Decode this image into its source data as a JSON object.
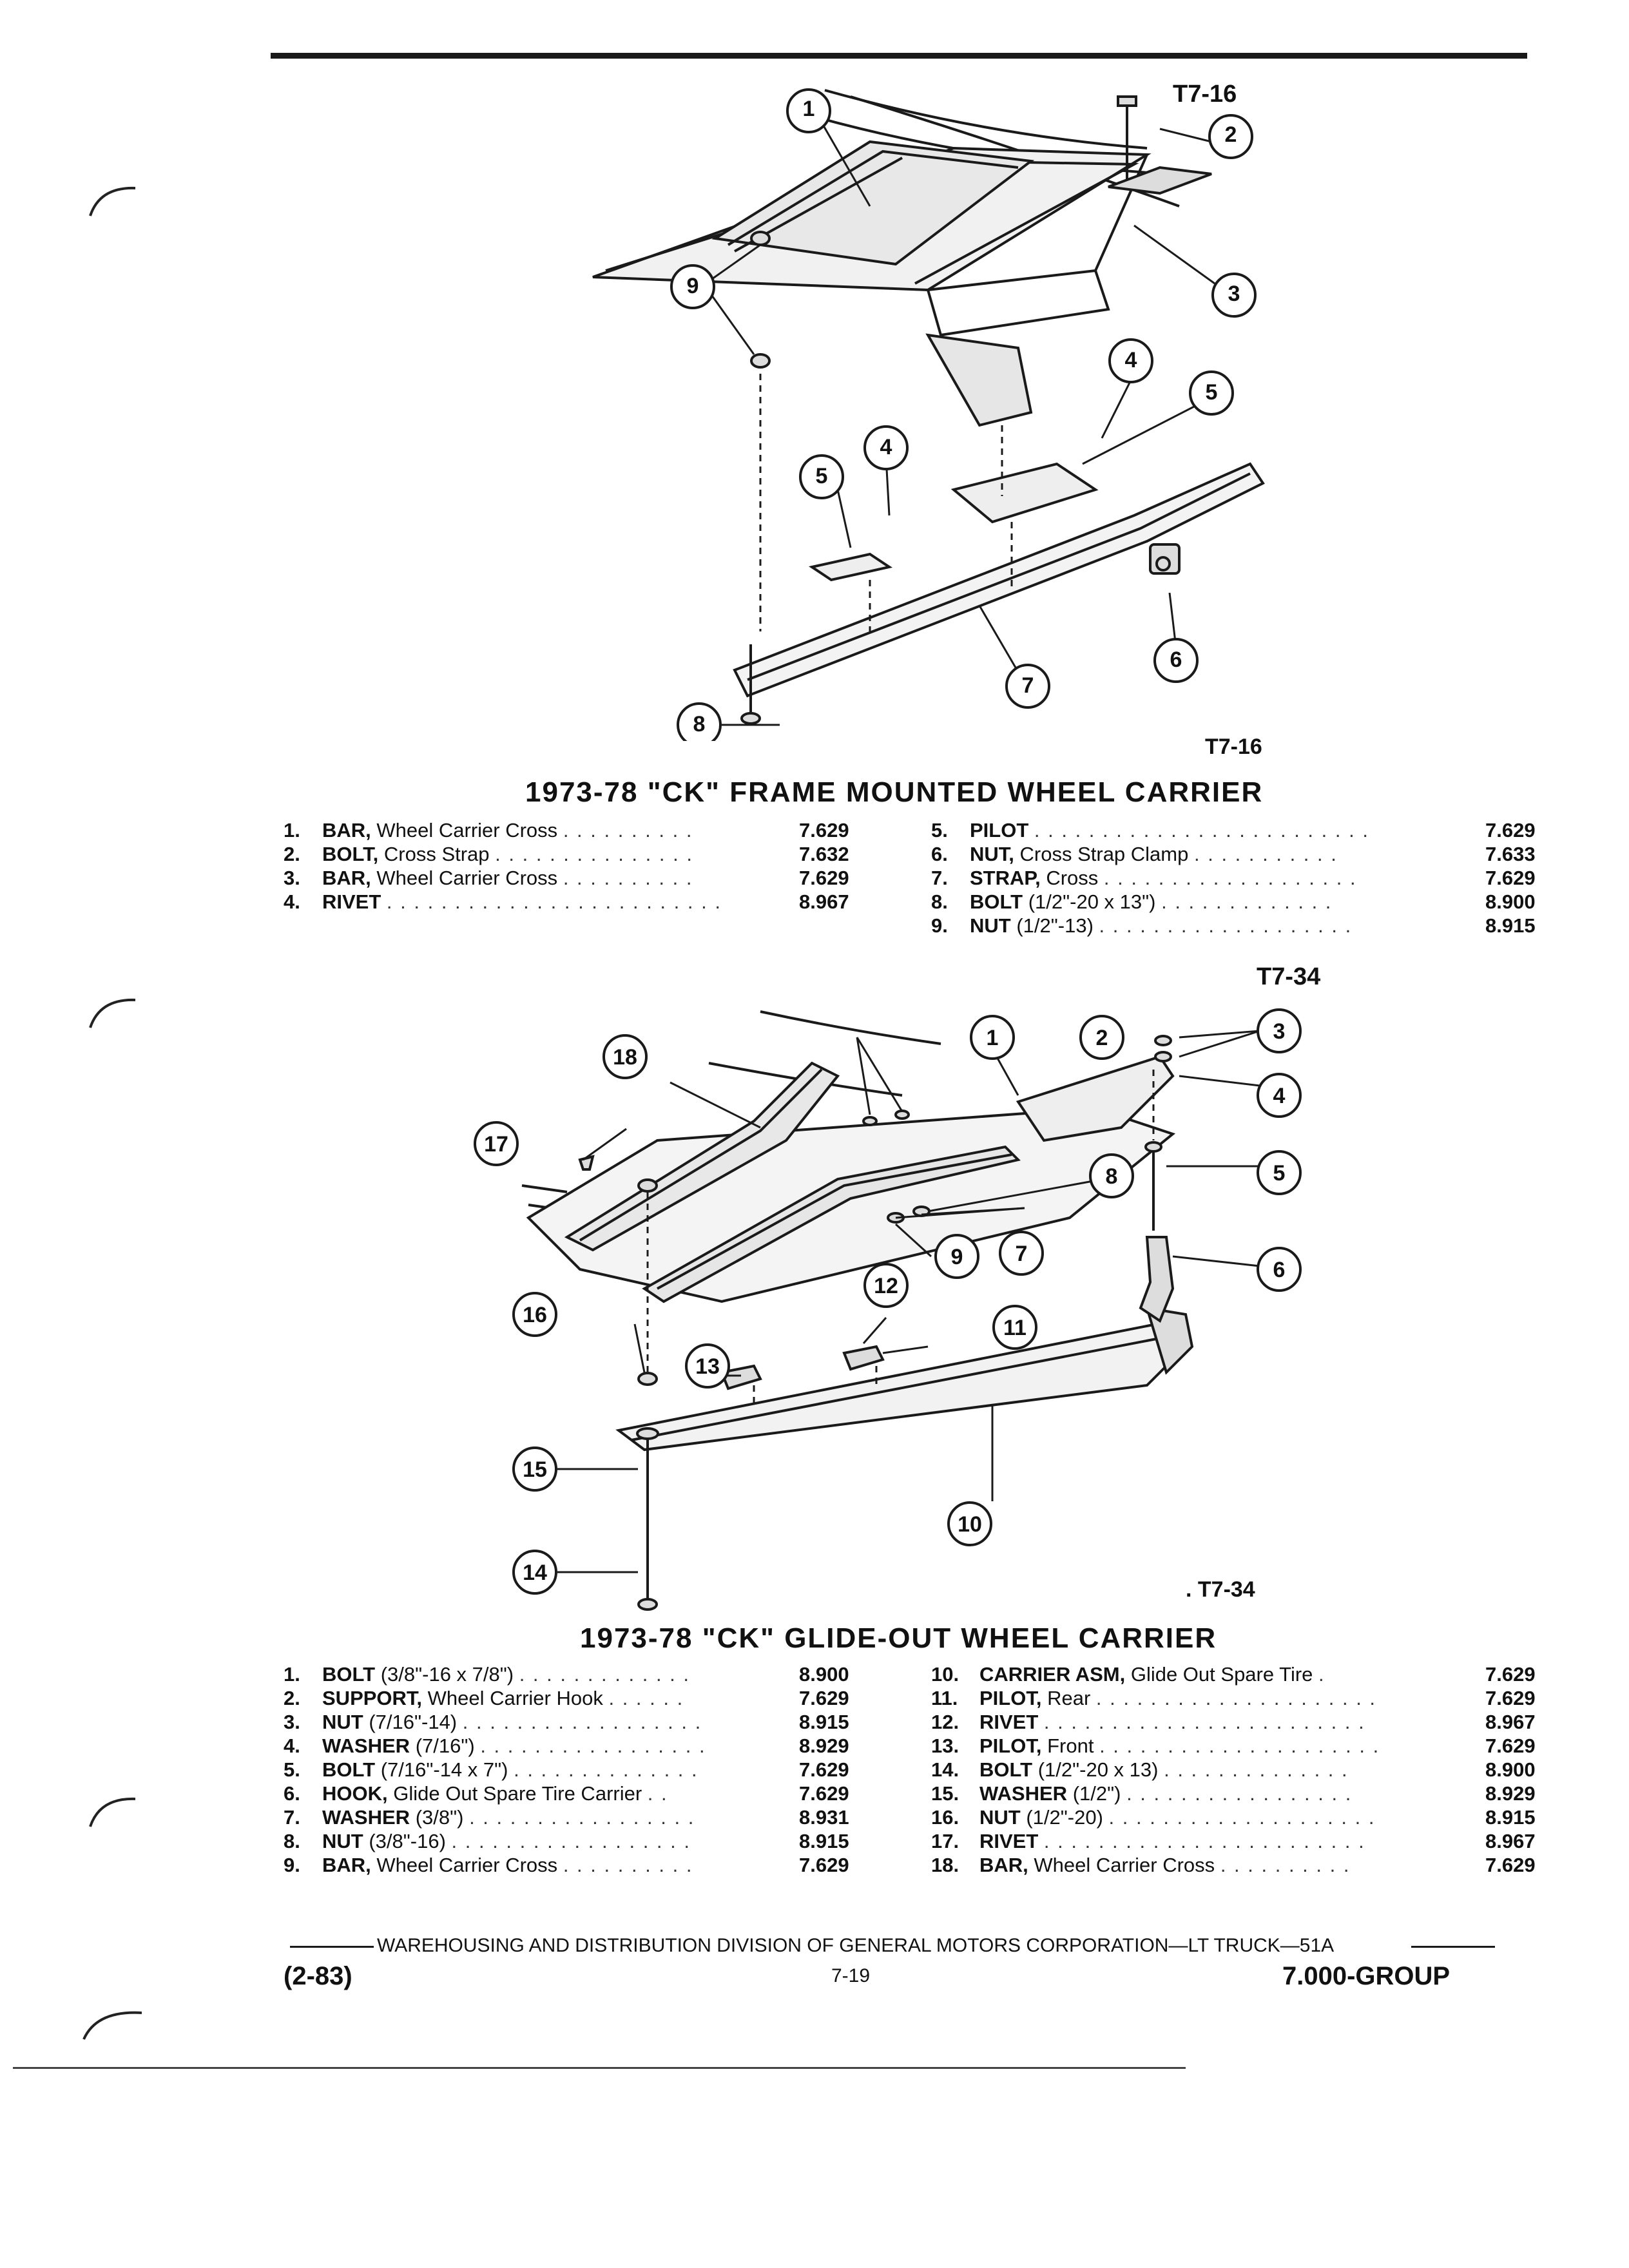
{
  "figure1": {
    "label_top": "T7-16",
    "label_bottom": "T7-16",
    "callouts": [
      "1",
      "2",
      "3",
      "4",
      "5",
      "4",
      "5",
      "6",
      "7",
      "8",
      "9"
    ],
    "title": "1973-78 \"CK\" FRAME MOUNTED WHEEL CARRIER",
    "parts_left": [
      {
        "num": "1.",
        "name": "BAR,",
        "desc": "Wheel Carrier Cross",
        "code": "7.629"
      },
      {
        "num": "2.",
        "name": "BOLT,",
        "desc": "Cross Strap",
        "code": "7.632"
      },
      {
        "num": "3.",
        "name": "BAR,",
        "desc": "Wheel Carrier Cross",
        "code": "7.629"
      },
      {
        "num": "4.",
        "name": "RIVET",
        "desc": "",
        "code": "8.967"
      }
    ],
    "parts_right": [
      {
        "num": "5.",
        "name": "PILOT",
        "desc": "",
        "code": "7.629"
      },
      {
        "num": "6.",
        "name": "NUT,",
        "desc": "Cross Strap Clamp",
        "code": "7.633"
      },
      {
        "num": "7.",
        "name": "STRAP,",
        "desc": "Cross",
        "code": "7.629"
      },
      {
        "num": "8.",
        "name": "BOLT",
        "desc": "(1/2\"-20 x 13\")",
        "code": "8.900"
      },
      {
        "num": "9.",
        "name": "NUT",
        "desc": "(1/2\"-13)",
        "code": "8.915"
      }
    ]
  },
  "figure2": {
    "label_top": "T7-34",
    "label_bottom": ". T7-34",
    "callouts": [
      "1",
      "2",
      "3",
      "4",
      "5",
      "6",
      "7",
      "8",
      "9",
      "10",
      "11",
      "12",
      "13",
      "14",
      "15",
      "16",
      "17",
      "18"
    ],
    "title": "1973-78 \"CK\" GLIDE-OUT WHEEL CARRIER",
    "parts_left": [
      {
        "num": "1.",
        "name": "BOLT",
        "desc": "(3/8\"-16 x 7/8\")",
        "code": "8.900"
      },
      {
        "num": "2.",
        "name": "SUPPORT,",
        "desc": "Wheel Carrier Hook",
        "code": "7.629"
      },
      {
        "num": "3.",
        "name": "NUT",
        "desc": "(7/16\"-14)",
        "code": "8.915"
      },
      {
        "num": "4.",
        "name": "WASHER",
        "desc": "(7/16\")",
        "code": "8.929"
      },
      {
        "num": "5.",
        "name": "BOLT",
        "desc": "(7/16\"-14 x 7\")",
        "code": "7.629"
      },
      {
        "num": "6.",
        "name": "HOOK,",
        "desc": "Glide Out Spare Tire Carrier",
        "code": "7.629"
      },
      {
        "num": "7.",
        "name": "WASHER",
        "desc": "(3/8\")",
        "code": "8.931"
      },
      {
        "num": "8.",
        "name": "NUT",
        "desc": "(3/8\"-16)",
        "code": "8.915"
      },
      {
        "num": "9.",
        "name": "BAR,",
        "desc": "Wheel Carrier Cross",
        "code": "7.629"
      }
    ],
    "parts_right": [
      {
        "num": "10.",
        "name": "CARRIER ASM,",
        "desc": "Glide Out Spare Tire",
        "code": "7.629"
      },
      {
        "num": "11.",
        "name": "PILOT,",
        "desc": "Rear",
        "code": "7.629"
      },
      {
        "num": "12.",
        "name": "RIVET",
        "desc": "",
        "code": "8.967"
      },
      {
        "num": "13.",
        "name": "PILOT,",
        "desc": "Front",
        "code": "7.629"
      },
      {
        "num": "14.",
        "name": "BOLT",
        "desc": "(1/2\"-20 x 13)",
        "code": "8.900"
      },
      {
        "num": "15.",
        "name": "WASHER",
        "desc": "(1/2\")",
        "code": "8.929"
      },
      {
        "num": "16.",
        "name": "NUT",
        "desc": "(1/2\"-20)",
        "code": "8.915"
      },
      {
        "num": "17.",
        "name": "RIVET",
        "desc": "",
        "code": "8.967"
      },
      {
        "num": "18.",
        "name": "BAR,",
        "desc": "Wheel Carrier Cross",
        "code": "7.629"
      }
    ]
  },
  "footer": {
    "division": "WAREHOUSING AND DISTRIBUTION  DIVISION OF GENERAL MOTORS CORPORATION—LT TRUCK—51A",
    "date": "(2-83)",
    "page": "7-19",
    "group": "7.000-GROUP"
  }
}
